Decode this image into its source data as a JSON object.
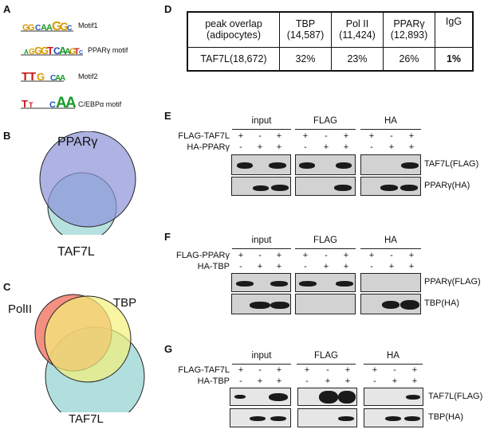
{
  "panels": {
    "A": "A",
    "B": "B",
    "C": "C",
    "D": "D",
    "E": "E",
    "F": "F",
    "G": "G"
  },
  "motifs": [
    {
      "logo": "GG CAAAGG CA",
      "label": "Motif1"
    },
    {
      "logo": "AGGTCAAAGGTCA",
      "label": "PPARγ motif"
    },
    {
      "logo": "TTG CAA",
      "label": "Motif2"
    },
    {
      "logo": "TT CAA",
      "label": "C/EBPα motif"
    }
  ],
  "venn_b": {
    "top": "PPARγ",
    "bottom": "TAF7L"
  },
  "venn_c": {
    "left": "PolII",
    "right": "TBP",
    "bottom": "TAF7L"
  },
  "table": {
    "h1a": "peak overlap",
    "h1b": "(adipocytes)",
    "h2a": "TBP",
    "h2b": "(14,587)",
    "h3a": "Pol II",
    "h3b": "(11,424)",
    "h4a": "PPARγ",
    "h4b": "(12,893)",
    "h5": "IgG",
    "row_label": "TAF7L(18,672)",
    "v1": "32%",
    "v2": "23%",
    "v3": "26%",
    "v4": "1%"
  },
  "blot_E": {
    "groups": [
      "input",
      "FLAG",
      "HA"
    ],
    "rows": [
      "FLAG-TAF7L",
      "HA-PPARγ"
    ],
    "signs": [
      [
        "+",
        "-",
        "+",
        "+",
        "-",
        "+",
        "+",
        "-",
        "+"
      ],
      [
        "-",
        "+",
        "+",
        "-",
        "+",
        "+",
        "-",
        "+",
        "+"
      ]
    ],
    "bands": [
      "TAF7L(FLAG)",
      "PPARγ(HA)"
    ]
  },
  "blot_F": {
    "groups": [
      "input",
      "FLAG",
      "HA"
    ],
    "rows": [
      "FLAG-PPARγ",
      "HA-TBP"
    ],
    "signs": [
      [
        "+",
        "-",
        "+",
        "+",
        "-",
        "+",
        "+",
        "-",
        "+"
      ],
      [
        "-",
        "+",
        "+",
        "-",
        "+",
        "+",
        "-",
        "+",
        "+"
      ]
    ],
    "bands": [
      "PPARγ(FLAG)",
      "TBP(HA)"
    ]
  },
  "blot_G": {
    "groups": [
      "input",
      "FLAG",
      "HA"
    ],
    "rows": [
      "FLAG-TAF7L",
      "HA-TBP"
    ],
    "signs": [
      [
        "+",
        "-",
        "+",
        "+",
        "-",
        "+",
        "+",
        "-",
        "+"
      ],
      [
        "-",
        "+",
        "+",
        "-",
        "+",
        "+",
        "-",
        "+",
        "+"
      ]
    ],
    "bands": [
      "TAF7L(FLAG)",
      "TBP(HA)"
    ]
  }
}
